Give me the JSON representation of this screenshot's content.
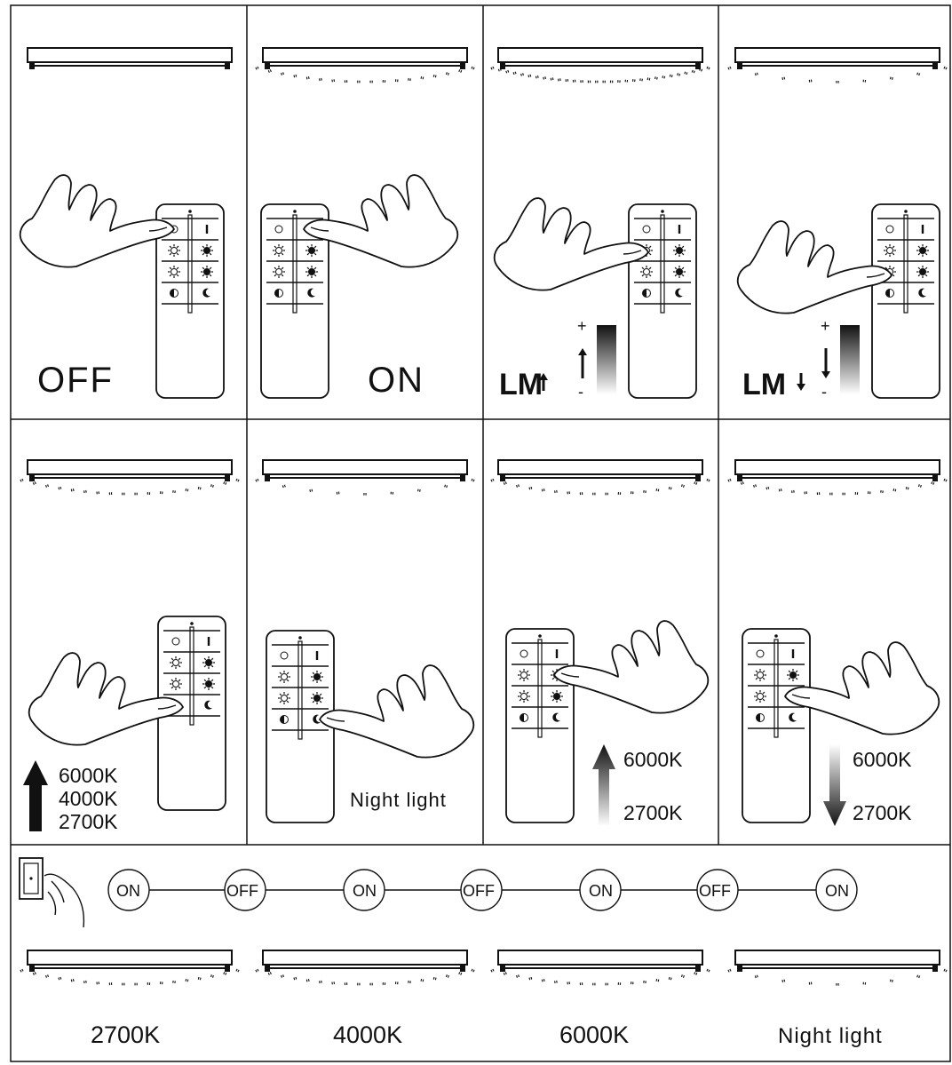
{
  "panels": [
    {
      "id": "off",
      "caption": "OFF",
      "emission": "none"
    },
    {
      "id": "on",
      "caption": "ON",
      "emission": "normal"
    },
    {
      "id": "brighter",
      "caption": "LM",
      "emission": "dense",
      "arrow": "up",
      "plus": "+",
      "minus": "-"
    },
    {
      "id": "dimmer",
      "caption": "LM",
      "emission": "sparse",
      "arrow": "down",
      "plus": "+",
      "minus": "-"
    },
    {
      "id": "color-cycle",
      "emission": "normal",
      "temps": [
        "6000K",
        "4000K",
        "2700K"
      ]
    },
    {
      "id": "night-light",
      "caption": "Night light",
      "emission": "sparse"
    },
    {
      "id": "color-warm-to-cool",
      "emission": "normal",
      "high": "6000K",
      "low": "2700K"
    },
    {
      "id": "color-cool-to-warm",
      "emission": "normal",
      "high": "6000K",
      "low": "2700K"
    }
  ],
  "switch_sequence": [
    "ON",
    "OFF",
    "ON",
    "OFF",
    "ON",
    "OFF",
    "ON"
  ],
  "bottom_modes": [
    {
      "label": "2700K",
      "emission": "normal"
    },
    {
      "label": "4000K",
      "emission": "normal"
    },
    {
      "label": "6000K",
      "emission": "normal"
    },
    {
      "label": "Night light",
      "emission": "sparse"
    }
  ],
  "colors": {
    "line": "#111111",
    "background": "#ffffff"
  }
}
